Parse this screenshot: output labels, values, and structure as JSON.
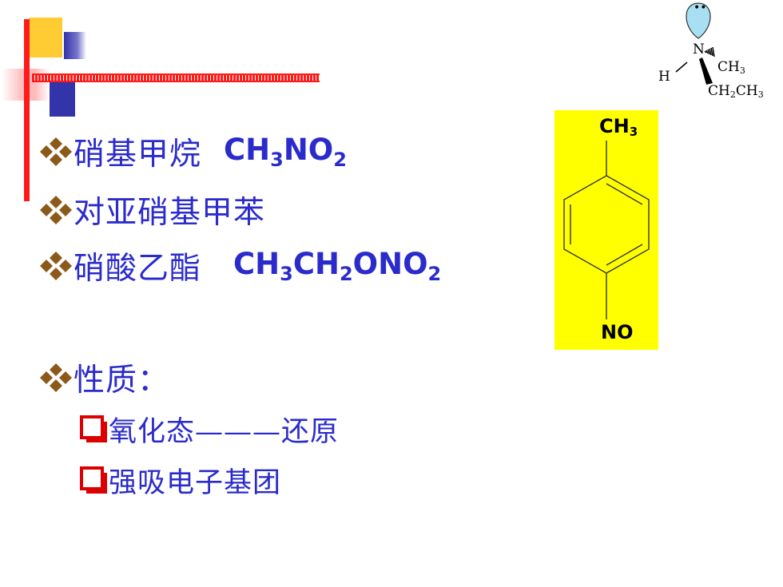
{
  "bullets": [
    {
      "icon": "diamond-bullet-icon",
      "text": "硝基甲烷",
      "formula": {
        "parts": [
          [
            "CH",
            "3"
          ],
          [
            "NO",
            "2"
          ]
        ]
      }
    },
    {
      "icon": "diamond-bullet-icon",
      "text": "对亚硝基甲苯"
    },
    {
      "icon": "diamond-bullet-icon",
      "text": "硝酸乙酯",
      "formula": {
        "parts": [
          [
            "CH",
            "3"
          ],
          [
            "CH",
            "2"
          ],
          [
            "ONO",
            "2"
          ]
        ]
      }
    },
    {
      "icon": "diamond-bullet-icon",
      "text": "性质："
    }
  ],
  "sub_bullets": [
    {
      "icon": "checkbox-bullet-icon",
      "text": "氧化态———还原"
    },
    {
      "icon": "checkbox-bullet-icon",
      "text": "强吸电子基团"
    }
  ],
  "toluene_panel": {
    "top_group": {
      "base": "CH",
      "sub": "3"
    },
    "bottom_group": "NO",
    "background": "#ffff00"
  },
  "amine_figure": {
    "nitrogen": "N",
    "hydrogen": "H",
    "methyl": {
      "base": "CH",
      "sub": "3"
    },
    "ethyl": [
      {
        "base": "CH",
        "sub": "2"
      },
      {
        "base": "CH",
        "sub": "3"
      }
    ],
    "lone_pair": "••",
    "lobe_color": "#a8dff2"
  },
  "colors": {
    "text": "#2b2bcc",
    "accent_red": "#ff1a1a",
    "bullet_brown": "#8b5a1a",
    "checkbox_red": "#dd0000"
  }
}
